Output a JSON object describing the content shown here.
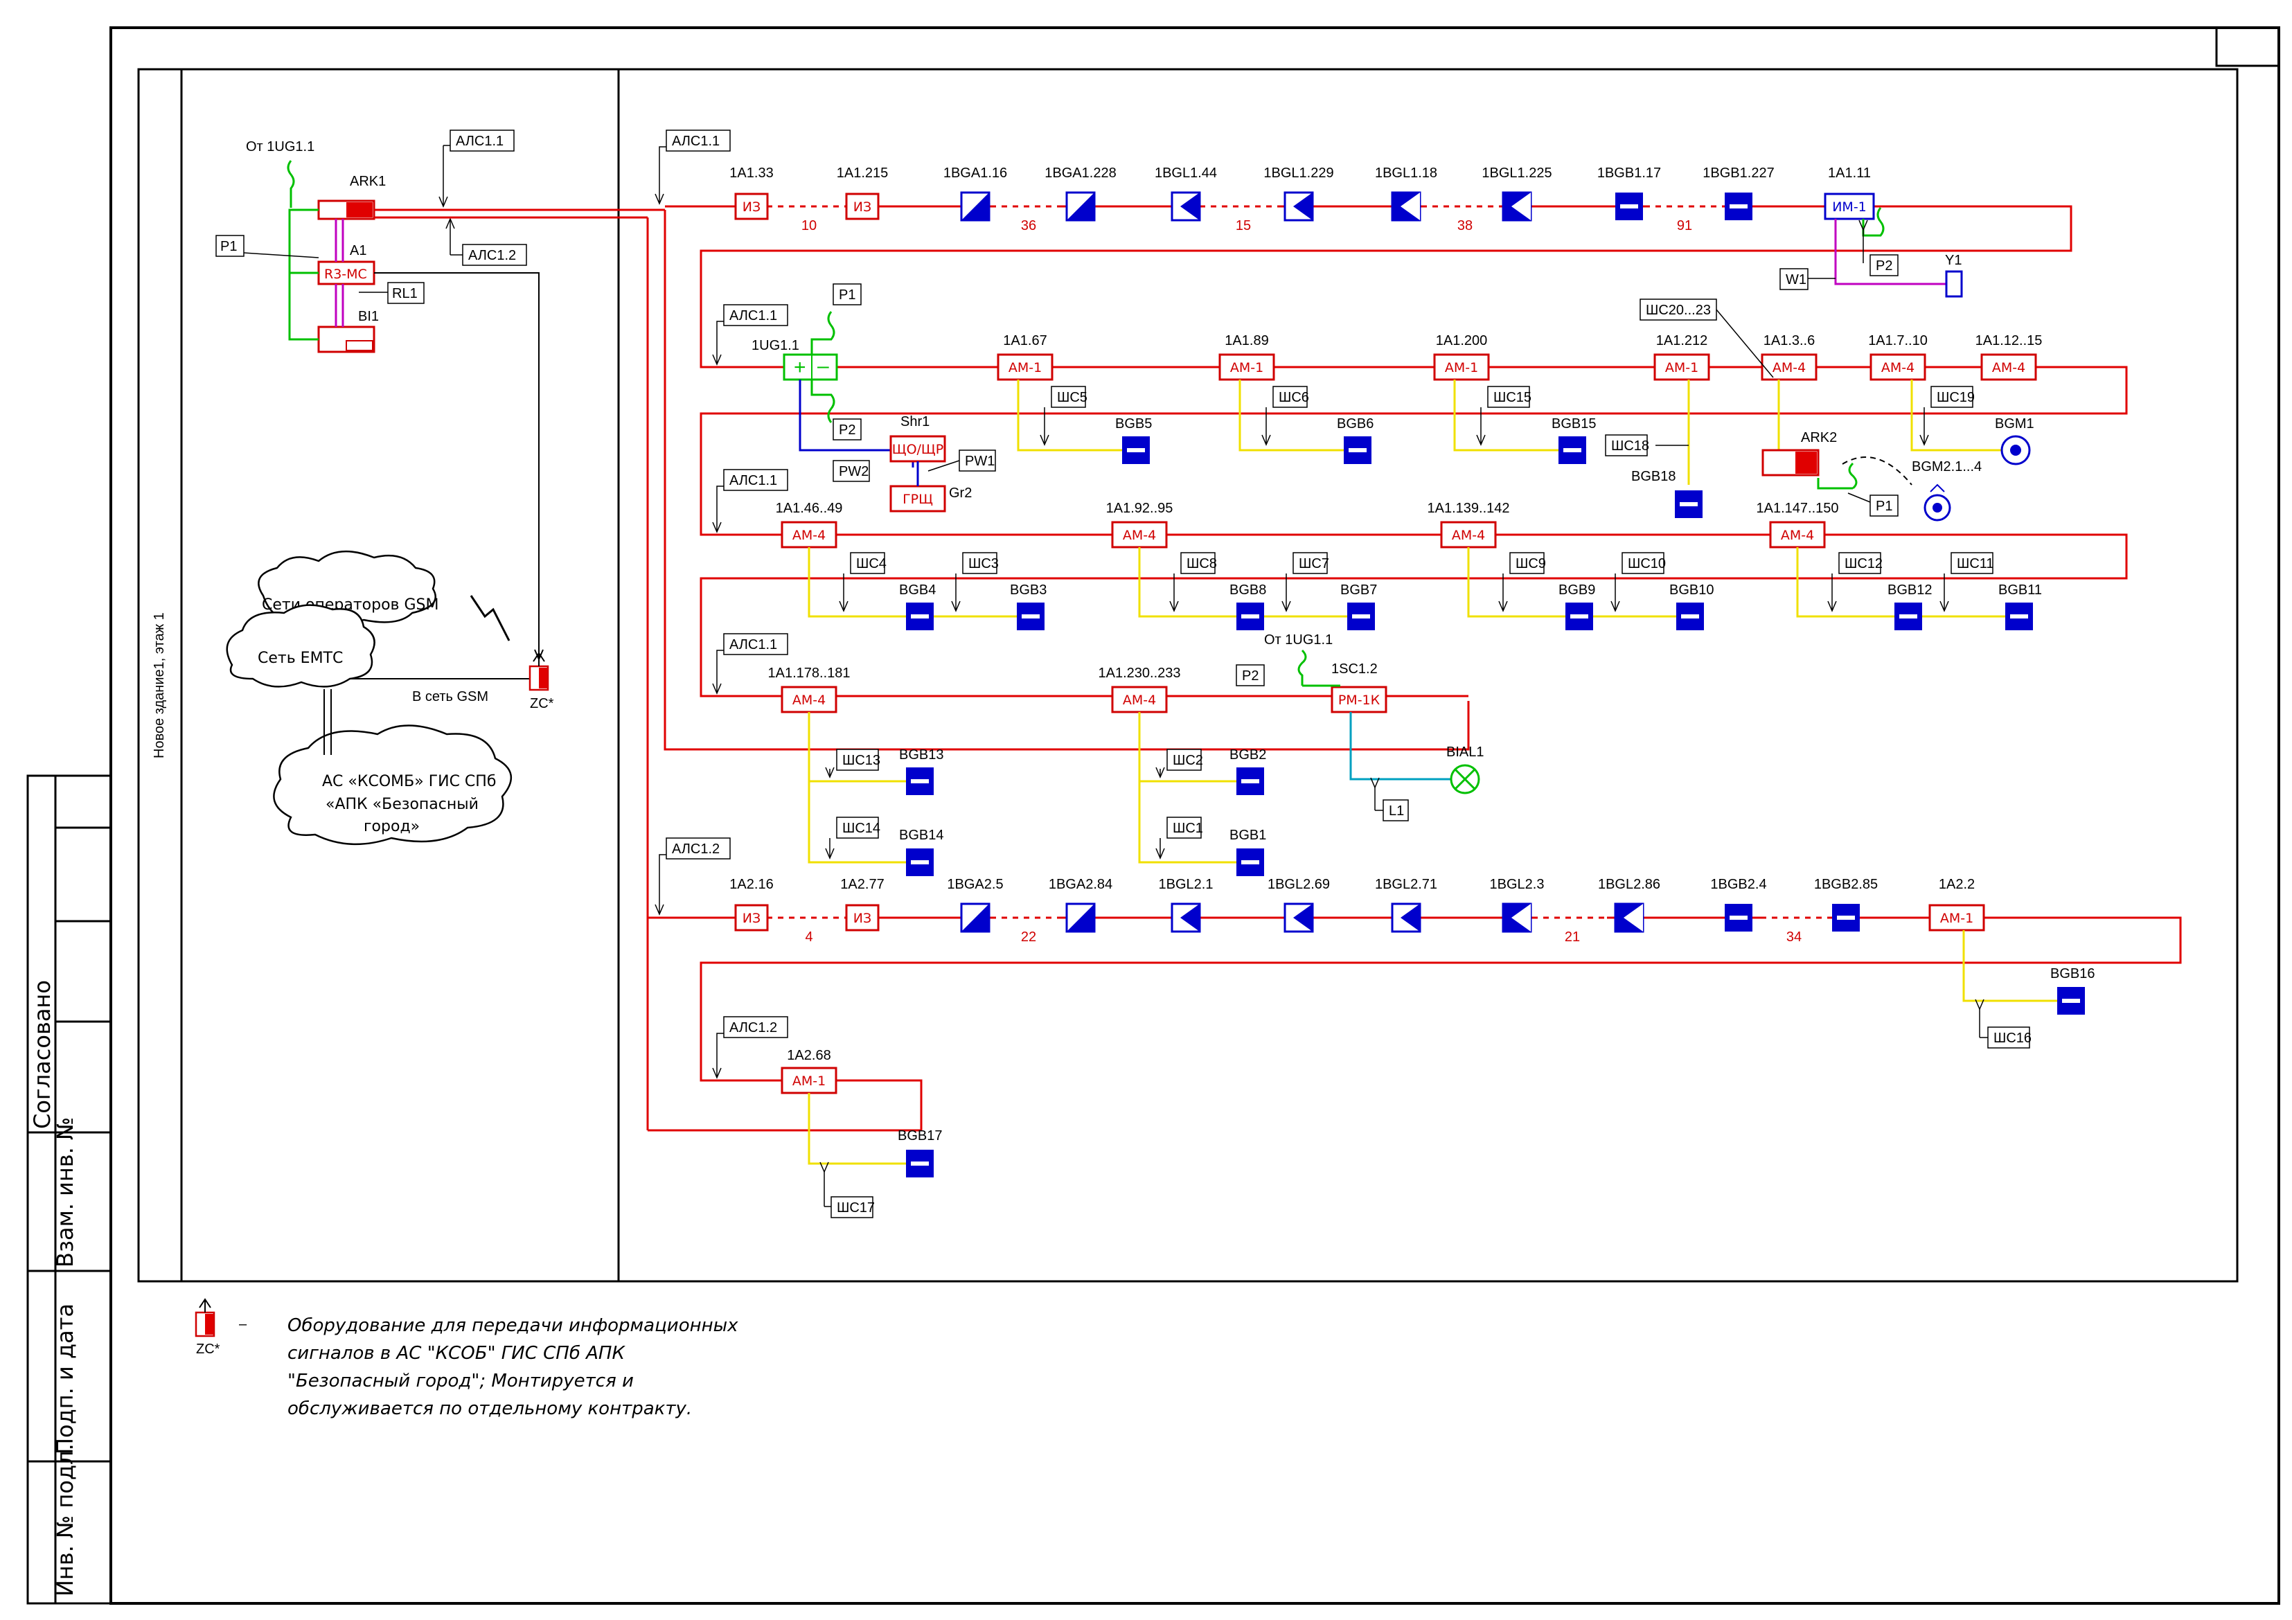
{
  "frame": {
    "stamp": {
      "soglasovano": "Согласовано",
      "vzam_inv": "Взам. инв. №",
      "podp_data": "Подп. и дата",
      "inv_podl": "Инв. № подл."
    }
  },
  "building_label": "Новое здание1, этаж 1",
  "left_panel": {
    "ot_1ug": "От 1UG1.1",
    "ark1": "ARK1",
    "a1": "A1",
    "a1_dev": "R3-MC",
    "bi1": "BI1",
    "rl1": "RL1",
    "p1": "P1",
    "als11": "АЛС1.1",
    "als12": "АЛС1.2",
    "cloud_gsm": "Сети операторов GSM",
    "cloud_emts": "Сеть ЕМТС",
    "cloud_ksob_1": "АС «КСОМБ» ГИС СПб",
    "cloud_ksob_2": "«АПК «Безопасный",
    "cloud_ksob_3": "город»",
    "to_gsm": "В сеть GSM",
    "zc": "ZC*"
  },
  "row1": {
    "als": "АЛС1.1",
    "items": [
      {
        "name": "1A1.33",
        "dev": "ИЗ",
        "kind": "iz"
      },
      {
        "name": "1A1.215",
        "dev": "ИЗ",
        "kind": "iz"
      },
      {
        "name": "1BGA1.16",
        "kind": "bga"
      },
      {
        "name": "1BGA1.228",
        "kind": "bga"
      },
      {
        "name": "1BGL1.44",
        "kind": "bgl"
      },
      {
        "name": "1BGL1.229",
        "kind": "bgl"
      },
      {
        "name": "1BGL1.18",
        "kind": "bglf"
      },
      {
        "name": "1BGL1.225",
        "kind": "bglf"
      },
      {
        "name": "1BGB1.17",
        "kind": "bgb"
      },
      {
        "name": "1BGB1.227",
        "kind": "bgb"
      },
      {
        "name": "1A1.11",
        "dev": "ИМ-1",
        "kind": "im"
      }
    ],
    "counts": [
      "10",
      "36",
      "15",
      "38",
      "91"
    ],
    "w1": "W1",
    "p2": "P2",
    "y1": "Y1"
  },
  "row2": {
    "als": "АЛС1.1",
    "ug": "1UG1.1",
    "p1": "P1",
    "p2": "P2",
    "pw2": "PW2",
    "pw1": "PW1",
    "shr1": "Shr1",
    "shr_dev": "ЩО/ЩР",
    "grsh": "ГРЩ",
    "gr2": "Gr2",
    "ams": [
      {
        "name": "1A1.67",
        "dev": "АМ-1",
        "loop": "ШС5",
        "bgb": "BGB5"
      },
      {
        "name": "1A1.89",
        "dev": "АМ-1",
        "loop": "ШС6",
        "bgb": "BGB6"
      },
      {
        "name": "1A1.200",
        "dev": "АМ-1",
        "loop": "ШС15",
        "bgb": "BGB15"
      },
      {
        "name": "1A1.212",
        "dev": "АМ-1",
        "loop": "ШС18",
        "bgb": "BGB18"
      },
      {
        "name": "1A1.3..6",
        "dev": "АМ-4"
      },
      {
        "name": "1A1.7..10",
        "dev": "АМ-4",
        "loop": "ШС19",
        "bgb": "BGM1"
      },
      {
        "name": "1A1.12..15",
        "dev": "АМ-4"
      }
    ],
    "shc20": "ШС20...23",
    "ark2": "ARK2",
    "bgm2": "BGM2.1...4",
    "p1b": "P1"
  },
  "row3": {
    "als": "АЛС1.1",
    "ams": [
      {
        "name": "1A1.46..49",
        "dev": "АМ-4",
        "l1": "ШС4",
        "b1": "BGB4",
        "l2": "ШС3",
        "b2": "BGB3"
      },
      {
        "name": "1A1.92..95",
        "dev": "АМ-4",
        "l1": "ШС8",
        "b1": "BGB8",
        "l2": "ШС7",
        "b2": "BGB7"
      },
      {
        "name": "1A1.139..142",
        "dev": "АМ-4",
        "l1": "ШС9",
        "b1": "BGB9",
        "l2": "ШС10",
        "b2": "BGB10"
      },
      {
        "name": "1A1.147..150",
        "dev": "АМ-4",
        "l1": "ШС12",
        "b1": "BGB12",
        "l2": "ШС11",
        "b2": "BGB11"
      }
    ]
  },
  "row4": {
    "als": "АЛС1.1",
    "ams": [
      {
        "name": "1A1.178..181",
        "dev": "АМ-4",
        "l1": "ШС13",
        "b1": "BGB13",
        "l2": "ШС14",
        "b2": "BGB14"
      },
      {
        "name": "1A1.230..233",
        "dev": "АМ-4",
        "l1": "ШС2",
        "b1": "BGB2",
        "l2": "ШС1",
        "b2": "BGB1"
      }
    ],
    "ot_1ug": "От 1UG1.1",
    "p2": "P2",
    "sc": "1SC1.2",
    "sc_dev": "РМ-1К",
    "bial": "BIAL1",
    "l1": "L1"
  },
  "row5": {
    "als": "АЛС1.2",
    "items": [
      {
        "name": "1A2.16",
        "dev": "ИЗ",
        "kind": "iz"
      },
      {
        "name": "1A2.77",
        "dev": "ИЗ",
        "kind": "iz"
      },
      {
        "name": "1BGA2.5",
        "kind": "bga"
      },
      {
        "name": "1BGA2.84",
        "kind": "bga"
      },
      {
        "name": "1BGL2.1",
        "kind": "bgl"
      },
      {
        "name": "1BGL2.69",
        "kind": "bgl"
      },
      {
        "name": "1BGL2.71",
        "kind": "bgl"
      },
      {
        "name": "1BGL2.3",
        "kind": "bglf"
      },
      {
        "name": "1BGL2.86",
        "kind": "bglf"
      },
      {
        "name": "1BGB2.4",
        "kind": "bgb"
      },
      {
        "name": "1BGB2.85",
        "kind": "bgb"
      },
      {
        "name": "1A2.2",
        "dev": "АМ-1",
        "kind": "am"
      }
    ],
    "counts": [
      "4",
      "22",
      "21",
      "34"
    ],
    "bgb16": "BGB16",
    "shc16": "ШС16"
  },
  "row6": {
    "als": "АЛС1.2",
    "name": "1A2.68",
    "dev": "АМ-1",
    "bgb17": "BGB17",
    "shc17": "ШС17"
  },
  "legend": {
    "zc": "ZC*",
    "dash": "–",
    "line1": "Оборудование для передачи информационных",
    "line2": "сигналов в АС \"КСОБ\" ГИС СПб АПК",
    "line3": "\"Безопасный город\"; Монтируется и",
    "line4": "обслуживается по отдельному контракту."
  },
  "colors": {
    "line": "#e00000",
    "device": "#d00000",
    "blue": "#0000cc",
    "yellow": "#f0e000",
    "green": "#00c000",
    "magenta": "#c000c0",
    "cyan": "#00a0c0"
  }
}
